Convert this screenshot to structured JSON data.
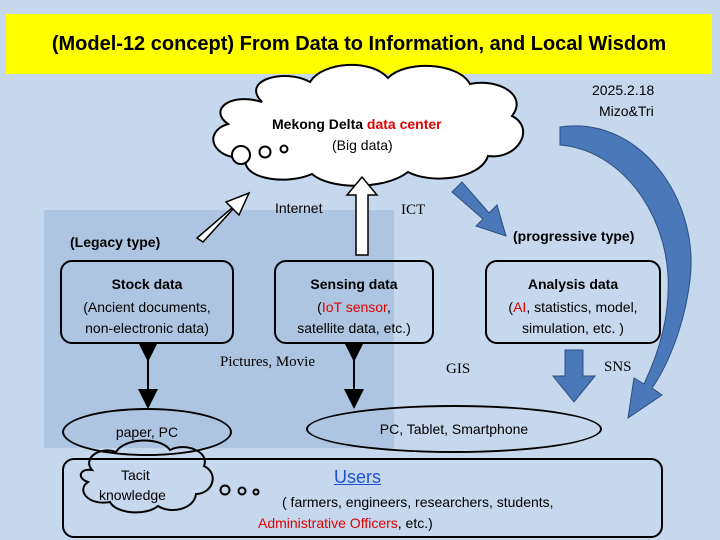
{
  "title": "(Model-12 concept)  From Data to Information, and Local Wisdom",
  "date": "2025.2.18",
  "authors": "Mizo&Tri",
  "cloud": {
    "line1_prefix": "Mekong Delta ",
    "line1_highlight": "data center",
    "line2": "(Big data)"
  },
  "labels": {
    "internet": "Internet",
    "ict": "ICT",
    "legacy_type": "(Legacy type)",
    "progressive_type": "(progressive type)",
    "pictures_movie": "Pictures, Movie",
    "gis": "GIS",
    "sns": "SNS"
  },
  "stock": {
    "title": "Stock data",
    "line1": "(Ancient documents,",
    "line2": "non-electronic data)"
  },
  "sensing": {
    "title": "Sensing data",
    "line1_highlight": "IoT sensor",
    "line1_suffix": ",",
    "line2": "satellite data, etc.)",
    "line1_prefix": "("
  },
  "analysis": {
    "title": "Analysis data",
    "line1_prefix": "(",
    "line1_highlight": "AI",
    "line1_suffix": ", statistics, model,",
    "line2": "simulation, etc. )"
  },
  "devices": {
    "paper": "paper,  PC",
    "digital": "PC, Tablet, Smartphone"
  },
  "users": {
    "tacit_line1": "Tacit",
    "tacit_line2": "knowledge",
    "title": "Users",
    "line1": "( farmers, engineers, researchers, students,",
    "line2_highlight": "Administrative Officers",
    "line2_suffix": ", etc.)"
  },
  "colors": {
    "background": "#c6d8ee",
    "title_bar": "#ffff00",
    "highlight_red": "#e00000",
    "arrow_blue": "#4a78b8",
    "link_blue": "#1f4fd8"
  }
}
